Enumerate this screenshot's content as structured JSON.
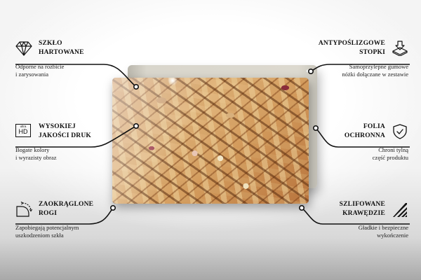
{
  "features": {
    "tempered_glass": {
      "icon": "diamond-icon",
      "title": [
        "SZKŁO",
        "HARTOWANE"
      ],
      "description": [
        "Odporne na rozbicie",
        "i zarysowania"
      ]
    },
    "hd_print": {
      "icon": "ultra-hd-icon",
      "icon_text": {
        "small": "ultra",
        "large": "HD"
      },
      "title": [
        "WYSOKIEJ",
        "JAKOŚCI DRUK"
      ],
      "description": [
        "Bogate kolory",
        "i wyrazisty obraz"
      ]
    },
    "rounded_corners": {
      "icon": "rounded-corner-icon",
      "title": [
        "ZAOKRĄGLONE",
        "ROGI"
      ],
      "description": [
        "Zapobiegają potencjalnym",
        "uszkodzeniom szkła"
      ]
    },
    "anti_slip_feet": {
      "icon": "anti-slip-feet-icon",
      "title": [
        "ANTYPOŚLIZGOWE",
        "STOPKI"
      ],
      "description": [
        "Samoprzylepne gumowe",
        "nóżki dołączane w zestawie"
      ]
    },
    "protective_film": {
      "icon": "shield-check-icon",
      "title": [
        "FOLIA",
        "OCHRONNA"
      ],
      "description": [
        "Chroni tylną",
        "część produktu"
      ]
    },
    "polished_edges": {
      "icon": "polished-edge-icon",
      "title": [
        "SZLIFOWANE",
        "KRAWĘDZIE"
      ],
      "description": [
        "Gładkie i bezpieczne",
        "wykończenie"
      ]
    }
  },
  "product": {
    "image_subject": "wine corks",
    "type": "glass panel"
  },
  "colors": {
    "text": "#111111",
    "line": "#111111",
    "back_plate": "#d9d6cc",
    "background_top": "#ffffff",
    "background_bottom": "#a8a8a8"
  }
}
